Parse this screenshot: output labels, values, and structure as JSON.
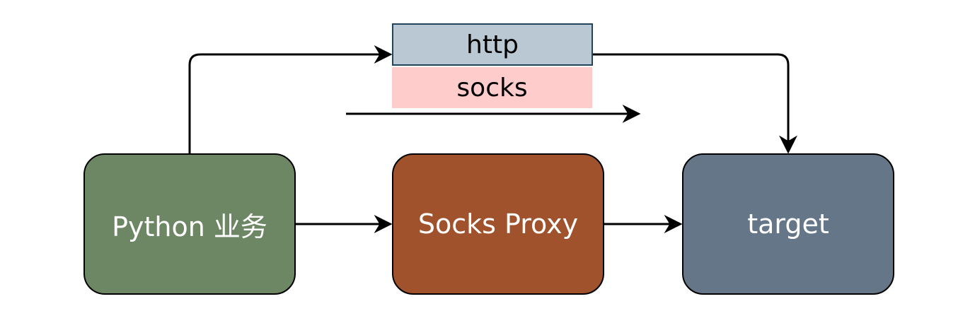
{
  "diagram": {
    "nodes": {
      "python": "Python 业务",
      "socks_proxy": "Socks Proxy",
      "target": "target"
    },
    "protocols": {
      "http": "http",
      "socks": "socks"
    }
  },
  "colors": {
    "python_fill": "#6d8764",
    "socks_proxy_fill": "#a0522d",
    "target_fill": "#647687",
    "http_fill": "#bac8d3",
    "http_border": "#23445d",
    "socks_fill": "#ffcccc",
    "edge": "#000000"
  }
}
